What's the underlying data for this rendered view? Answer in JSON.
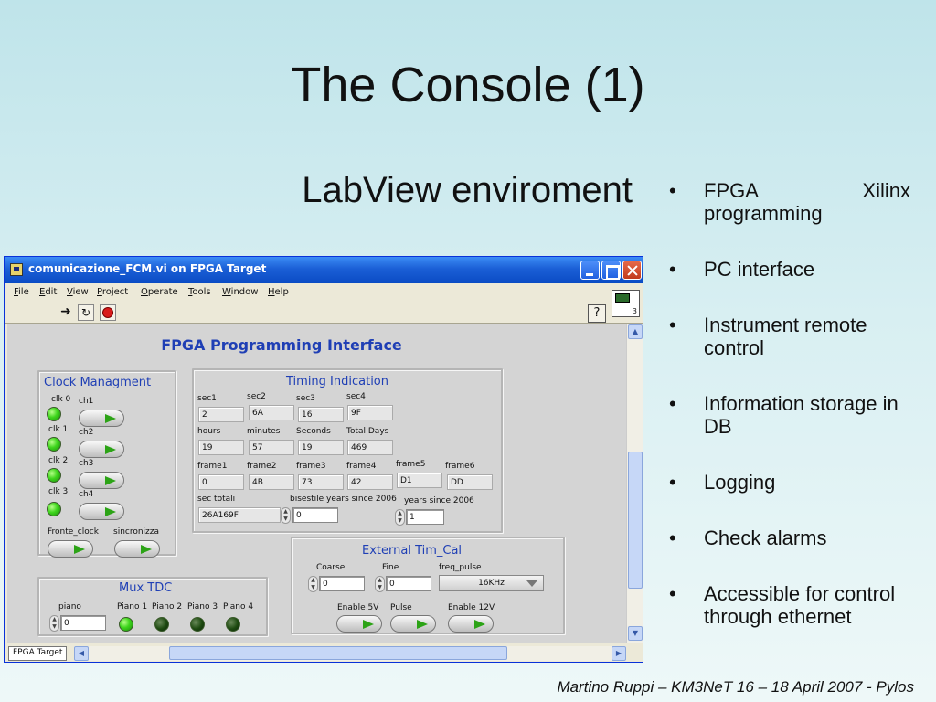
{
  "slide": {
    "title": "The Console (1)",
    "subtitle": "LabView enviroment",
    "bullets": [
      "FPGA Xilinx programming",
      "PC interface",
      "Instrument remote control",
      "Information storage in DB",
      "Logging",
      "Check alarms",
      "Accessible for control through ethernet"
    ],
    "footer": "Martino Ruppi – KM3NeT 16 – 18 April 2007 - Pylos"
  },
  "window": {
    "title": "comunicazione_FCM.vi on FPGA Target",
    "menu": [
      "File",
      "Edit",
      "View",
      "Project",
      "Operate",
      "Tools",
      "Window",
      "Help"
    ],
    "help_glyph": "?",
    "vi_icon_number": "3",
    "status_target": "FPGA Target"
  },
  "panel": {
    "title": "FPGA Programming Interface",
    "clock": {
      "title": "Clock Managment",
      "clk_labels": [
        "clk 0",
        "clk 1",
        "clk 2",
        "clk 3"
      ],
      "ch_labels": [
        "ch1",
        "ch2",
        "ch3",
        "ch4"
      ],
      "fronte_clock": "Fronte_clock",
      "sincronizza": "sincronizza"
    },
    "timing": {
      "title": "Timing Indication",
      "sec": [
        {
          "label": "sec1",
          "value": "2"
        },
        {
          "label": "sec2",
          "value": "6A"
        },
        {
          "label": "sec3",
          "value": "16"
        },
        {
          "label": "sec4",
          "value": "9F"
        }
      ],
      "time": [
        {
          "label": "hours",
          "value": "19"
        },
        {
          "label": "minutes",
          "value": "57"
        },
        {
          "label": "Seconds",
          "value": "19"
        },
        {
          "label": "Total Days",
          "value": "469"
        }
      ],
      "frames": [
        {
          "label": "frame1",
          "value": "0"
        },
        {
          "label": "frame2",
          "value": "4B"
        },
        {
          "label": "frame3",
          "value": "73"
        },
        {
          "label": "frame4",
          "value": "42"
        },
        {
          "label": "frame5",
          "value": "D1"
        },
        {
          "label": "frame6",
          "value": "DD"
        }
      ],
      "sec_totali": {
        "label": "sec totali",
        "value": "26A169F"
      },
      "bisestile": {
        "label": "bisestile years since 2006",
        "value": "0"
      },
      "years": {
        "label": "years since 2006",
        "value": "1"
      }
    },
    "external": {
      "title": "External Tim_Cal",
      "coarse": {
        "label": "Coarse",
        "value": "0"
      },
      "fine": {
        "label": "Fine",
        "value": "0"
      },
      "freq_pulse": {
        "label": "freq_pulse",
        "value": "16KHz"
      },
      "enable_5v": "Enable 5V",
      "pulse": "Pulse",
      "enable_12v": "Enable 12V"
    },
    "mux": {
      "title": "Mux TDC",
      "piano": {
        "label": "piano",
        "value": "0"
      },
      "leds": [
        "Piano 1",
        "Piano 2",
        "Piano 3",
        "Piano 4"
      ],
      "led_states": [
        true,
        false,
        false,
        false
      ]
    }
  },
  "colors": {
    "panel_title": "#1f3fb5",
    "led_on": "#3ed51c",
    "titlebar": "#1b5fd6"
  }
}
